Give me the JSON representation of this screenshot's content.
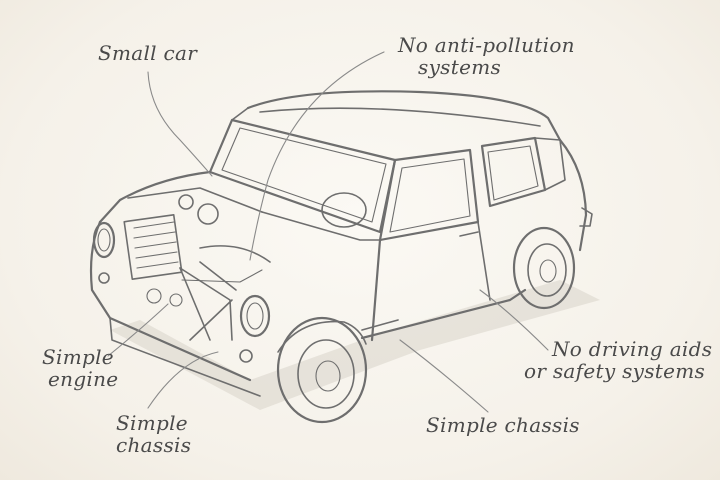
{
  "labels": {
    "small_car": "Small car",
    "anti_pollution": [
      "No anti-pollution",
      "systems"
    ],
    "simple_engine": [
      "Simple",
      "engine"
    ],
    "simple_chassis_left": [
      "Simple",
      "chassis"
    ],
    "simple_chassis_right": "Simple chassis",
    "driving_aids": [
      "No driving aids",
      "or safety systems"
    ]
  },
  "colors": {
    "paper": "#f7f4ee",
    "pencil": "#6e6e6e",
    "text": "#4a4a4a"
  }
}
